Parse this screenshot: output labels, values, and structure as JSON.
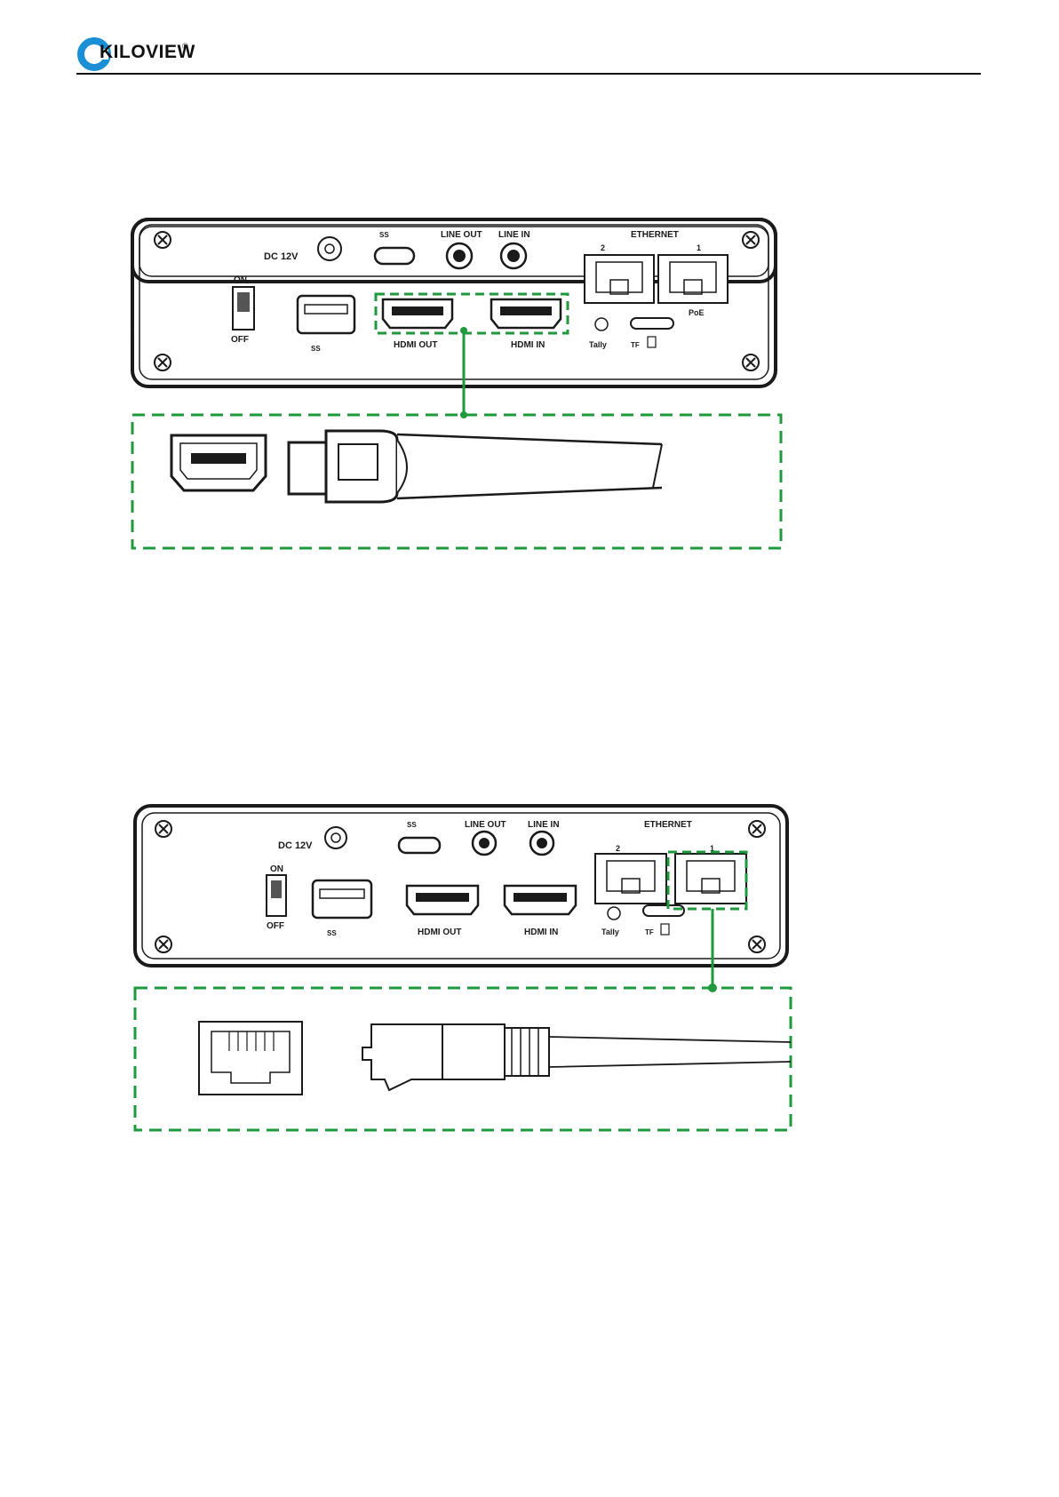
{
  "header": {
    "brand": "KILOVIEW",
    "reg_mark": "®"
  },
  "panel_labels": {
    "dc": "DC 12V",
    "on": "ON",
    "off": "OFF",
    "usb_c": "SS",
    "usb_a": "SS",
    "line_out": "LINE OUT",
    "line_in": "LINE IN",
    "ethernet": "ETHERNET",
    "port2": "2",
    "port1": "1",
    "poe": "PoE",
    "hdmi_out": "HDMI OUT",
    "hdmi_in": "HDMI IN",
    "tally": "Tally",
    "tf": "TF"
  },
  "colors": {
    "highlight": "#1e9a3c",
    "outline": "#1a1a1a"
  }
}
